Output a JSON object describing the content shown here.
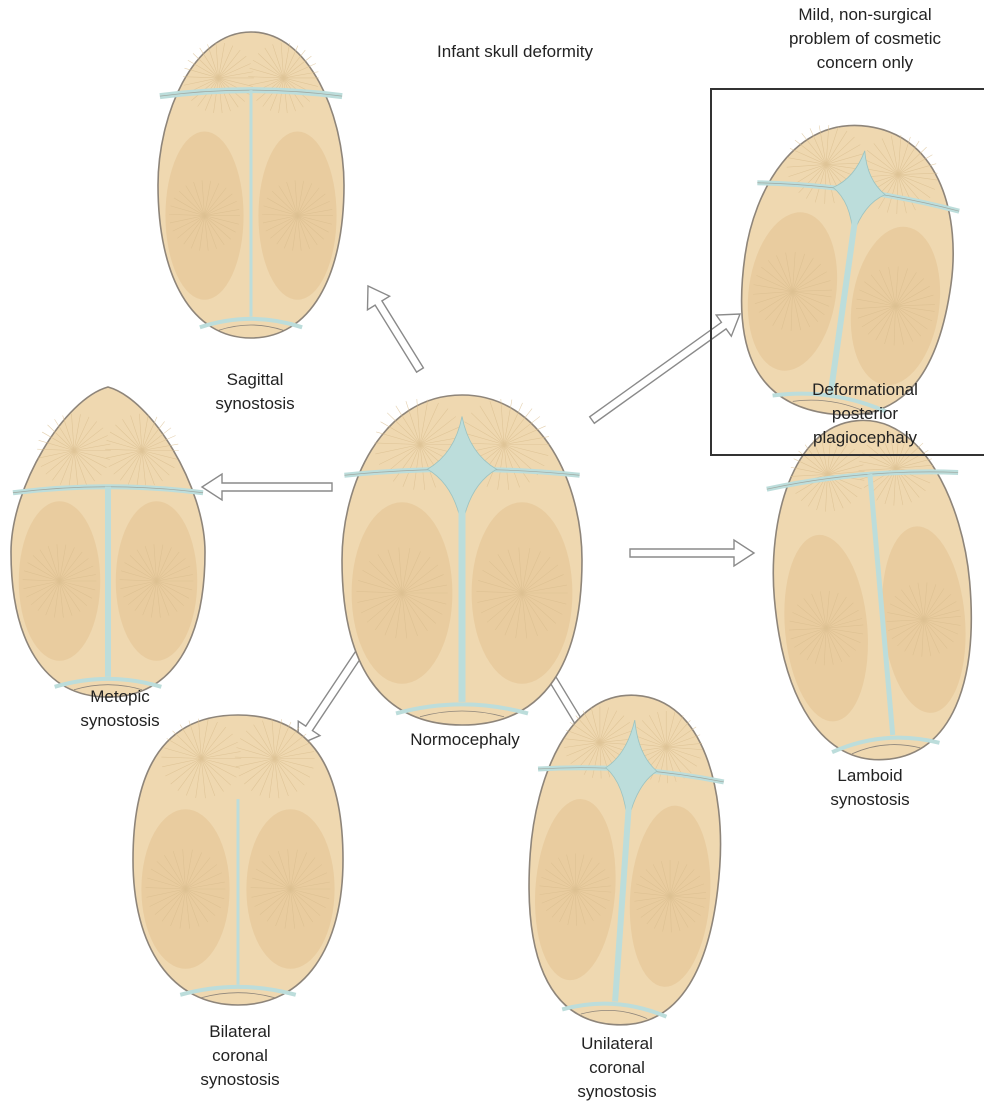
{
  "title": "Infant skull deformity",
  "note": [
    "Mild, non-surgical",
    "problem of cosmetic",
    "concern only"
  ],
  "colors": {
    "bone": "#EFD8B0",
    "bone_dark": "#E3C391",
    "bone_stroke": "#8E857A",
    "suture": "#BCDDDB",
    "arrow": "#8A8A8A",
    "frame": "#333333"
  },
  "center": {
    "label": [
      "Normocephaly"
    ]
  },
  "deformities": [
    {
      "id": "sagittal",
      "label": [
        "Sagittal",
        "synostosis"
      ]
    },
    {
      "id": "metopic",
      "label": [
        "Metopic",
        "synostosis"
      ]
    },
    {
      "id": "bilateral",
      "label": [
        "Bilateral",
        "coronal",
        "synostosis"
      ]
    },
    {
      "id": "unilateral",
      "label": [
        "Unilateral",
        "coronal",
        "synostosis"
      ]
    },
    {
      "id": "lamboid",
      "label": [
        "Lamboid",
        "synostosis"
      ]
    },
    {
      "id": "plagio",
      "label": [
        "Deformational",
        "posterior",
        "plagiocephaly"
      ]
    }
  ]
}
